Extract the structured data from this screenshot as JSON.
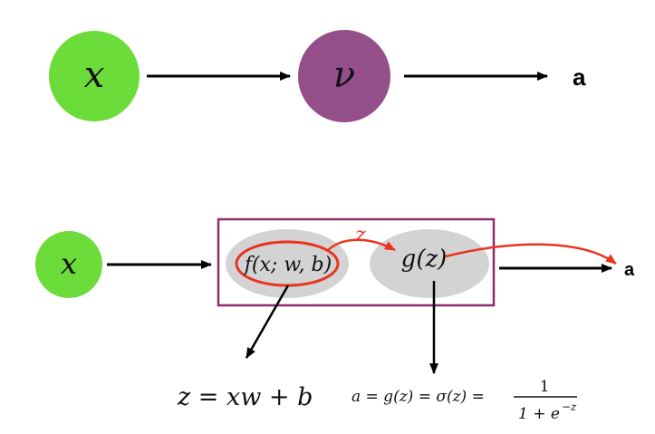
{
  "diagram": {
    "top": {
      "input_label": "x",
      "hidden_label": "ν",
      "output_label": "a"
    },
    "bottom": {
      "input_label": "x",
      "linear_label": "f(x; w, b)",
      "activation_label": "g(z)",
      "z_label": "z",
      "output_label": "a",
      "linear_formula": "z = xw + b",
      "activation_formula_lhs": "a = g(z) = σ(z) =",
      "activation_formula_numerator": "1",
      "activation_formula_denominator": "1 + e",
      "activation_formula_exponent": "−z"
    },
    "colors": {
      "input_node": "#6bdc3a",
      "hidden_node": "#944f8a",
      "neuron_box_border": "#8e2b6b",
      "inner_ellipse": "#d3d3d3",
      "highlight_arrow": "#e8341f",
      "arrow": "#000000"
    }
  }
}
